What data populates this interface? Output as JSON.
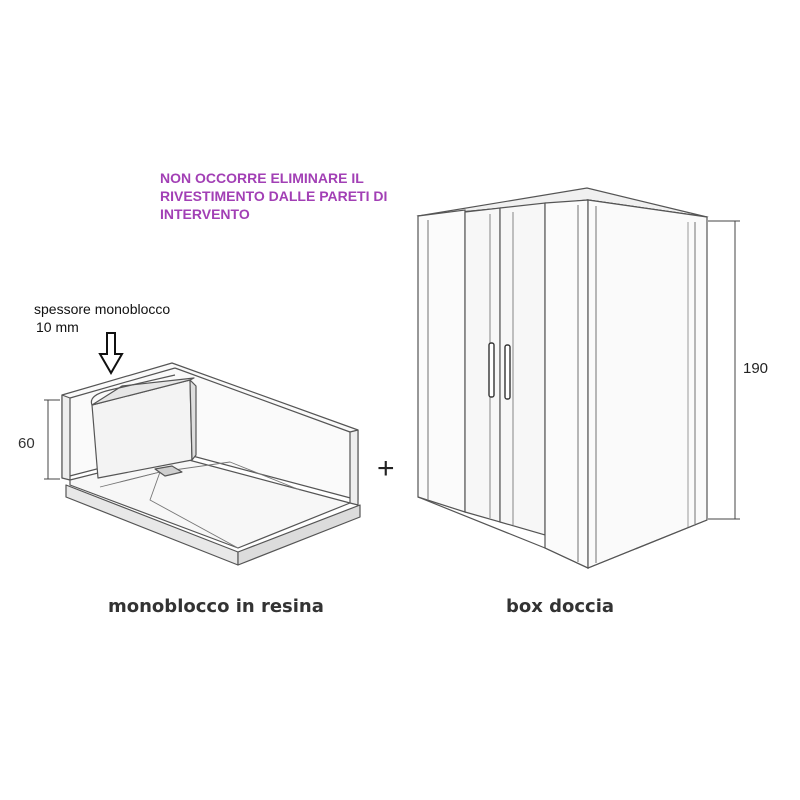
{
  "note": {
    "lines": [
      "NON OCCORRE ELIMINARE IL",
      "RIVESTIMENTO DALLE PARETI DI",
      "INTERVENTO"
    ],
    "color": "#a23fb5"
  },
  "monoblock": {
    "thickness_label_line1": "spessore monoblocco",
    "thickness_label_line2": "10 mm",
    "height_label": "60",
    "caption": "monoblocco in resina"
  },
  "plus_sign": "+",
  "shower_box": {
    "height_label": "190",
    "caption": "box doccia"
  }
}
